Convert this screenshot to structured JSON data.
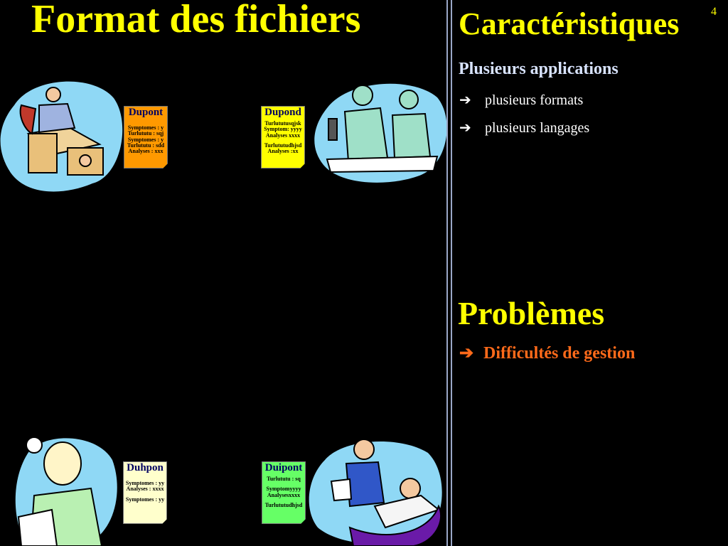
{
  "page_number": "4",
  "left": {
    "title": "Format des fichiers",
    "docs": [
      {
        "name": "Dupont",
        "lines": [
          "Symptomes : y",
          "Turlututu : sqj",
          "Symptomes : y",
          "Turlututu : sdd",
          "Analyses : xxx"
        ],
        "color": "#ff9900"
      },
      {
        "name": "Dupond",
        "lines": [
          "Turlututusqjsk",
          "Symptom: yyyy",
          "Analyses xxxx",
          "",
          "Turlututudhjsd",
          "Analyses :xx"
        ],
        "color": "#ffff00"
      },
      {
        "name": "Duhpon",
        "lines": [
          "",
          "Symptomes : yy",
          "Analyses : xxxx",
          "",
          "Symptomes : yy"
        ],
        "color": "#ffffcc"
      },
      {
        "name": "Duipont",
        "lines": [
          "Turlututu : sq",
          "",
          "Symptomyyyy",
          "Analysesxxxx",
          "",
          "Turlututudhjsd"
        ],
        "color": "#66ff66"
      }
    ]
  },
  "right": {
    "title": "Caractéristiques",
    "subtitle": "Plusieurs applications",
    "bullets": [
      "plusieurs formats",
      "plusieurs langages"
    ],
    "problems_title": "Problèmes",
    "problems_item": "Difficultés de gestion"
  },
  "icons": {
    "bullet": "arrow-right-icon"
  }
}
